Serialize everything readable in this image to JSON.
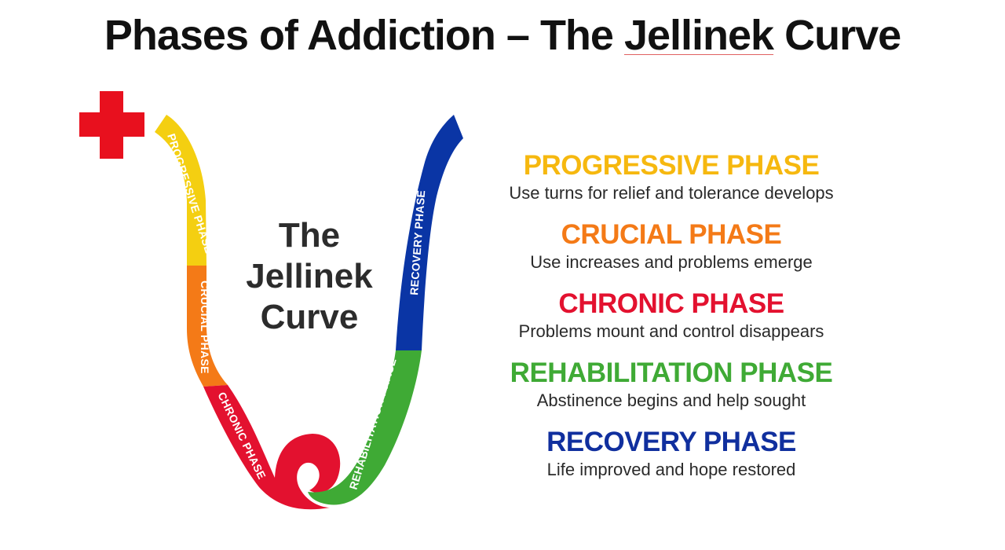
{
  "title": {
    "prefix": "Phases of Addiction – The ",
    "underlined": "Jellinek",
    "suffix": " Curve"
  },
  "center_title": {
    "line1": "The",
    "line2": "Jellinek",
    "line3": "Curve"
  },
  "curve_labels": {
    "progressive": "PROGRESSIVE PHASE",
    "crucial": "CRUCIAL PHASE",
    "chronic": "CHRONIC PHASE",
    "rehabilitation": "REHABILITATION PHASE",
    "recovery": "RECOVERY PHASE"
  },
  "phases": [
    {
      "name": "PROGRESSIVE PHASE",
      "description": "Use turns for relief and tolerance develops",
      "color": "#f6b80f"
    },
    {
      "name": "CRUCIAL PHASE",
      "description": "Use increases and problems emerge",
      "color": "#f47a17"
    },
    {
      "name": "CHRONIC PHASE",
      "description": "Problems mount and control disappears",
      "color": "#e3112f"
    },
    {
      "name": "REHABILITATION PHASE",
      "description": "Abstinence begins and help sought",
      "color": "#3faa35"
    },
    {
      "name": "RECOVERY PHASE",
      "description": "Life improved and hope restored",
      "color": "#102f9e"
    }
  ],
  "colors": {
    "progressive": "#f4cf11",
    "crucial": "#f47a17",
    "chronic": "#e3112f",
    "rehabilitation": "#3faa35",
    "recovery": "#0a35a5",
    "cross": "#e8101e"
  },
  "icons": {
    "cross": "red-cross-icon"
  }
}
